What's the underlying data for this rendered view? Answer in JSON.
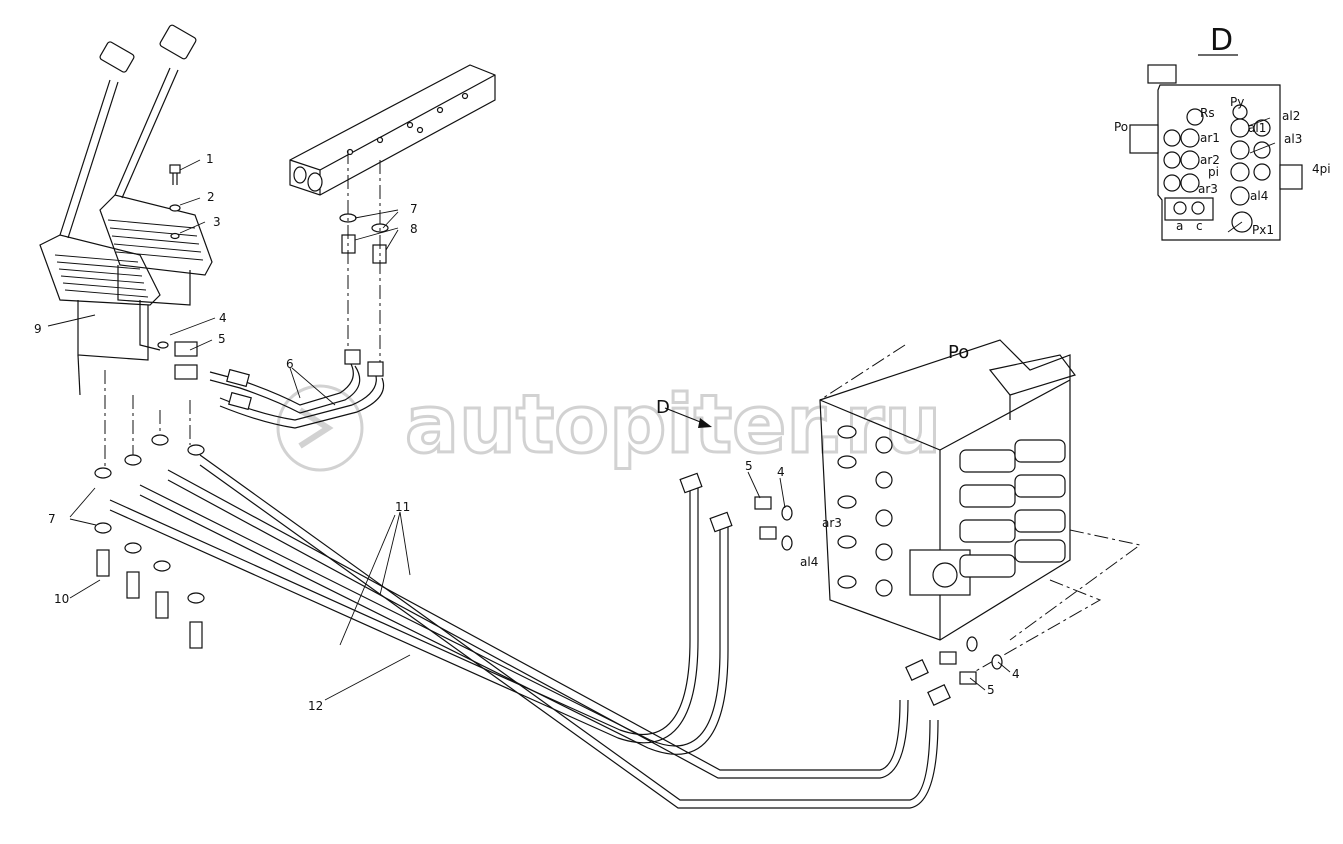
{
  "watermark": {
    "text": "autopiter.ru"
  },
  "labels": {
    "n1": "1",
    "n2": "2",
    "n3": "3",
    "n4": "4",
    "n5": "5",
    "n6": "6",
    "n7": "7",
    "n8": "8",
    "n9": "9",
    "n7b": "7",
    "n10": "10",
    "n11": "11",
    "n12": "12",
    "n5b": "5",
    "n4b": "4",
    "ar3": "ar3",
    "al4": "al4",
    "n4c": "4",
    "n5c": "5",
    "po_main": "Po",
    "d_arrow": "D"
  },
  "detail_d": {
    "title": "D",
    "ports": {
      "po": "Po",
      "rs": "Rs",
      "py": "Py",
      "ar1": "ar1",
      "al1": "al1",
      "al2": "al2",
      "al3": "al3",
      "ar2": "ar2",
      "pi": "pi",
      "ar3": "ar3",
      "al4": "al4",
      "pi4": "4pi",
      "a": "a",
      "c": "c",
      "px1": "Px1"
    }
  }
}
